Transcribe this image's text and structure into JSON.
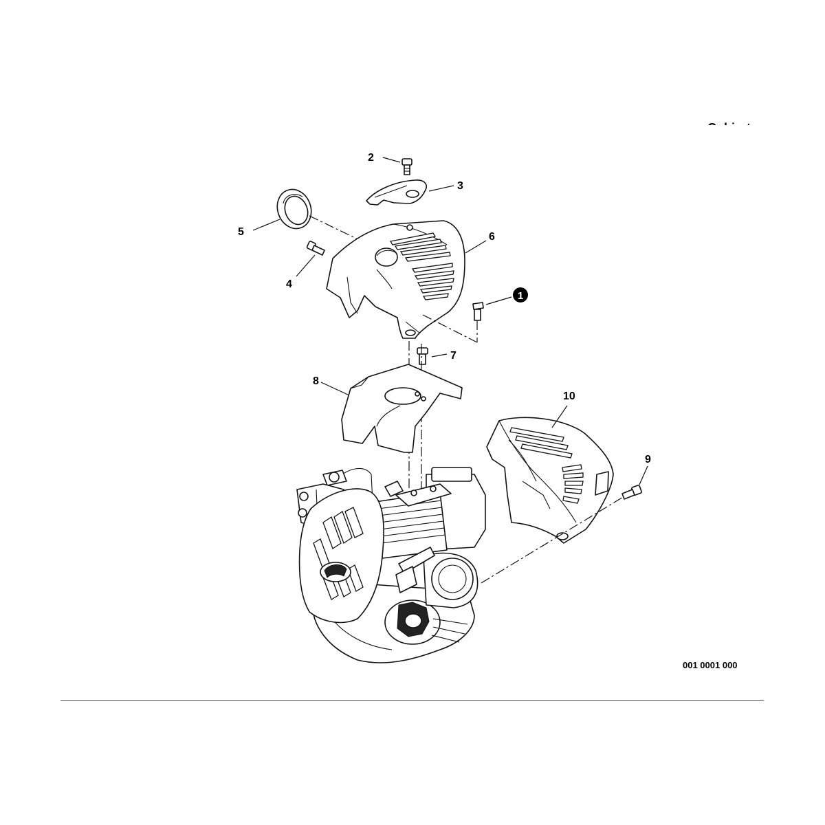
{
  "section_title": "Cubiertas",
  "diagram_ref": "001 0001 000",
  "callouts": {
    "c1": "1",
    "c2": "2",
    "c3": "3",
    "c4": "4",
    "c5": "5",
    "c6": "6",
    "c7": "7",
    "c8": "8",
    "c9": "9",
    "c10": "10"
  },
  "icons": {
    "marker_1": "filled-circle-number-icon",
    "screw": "screw-icon"
  }
}
